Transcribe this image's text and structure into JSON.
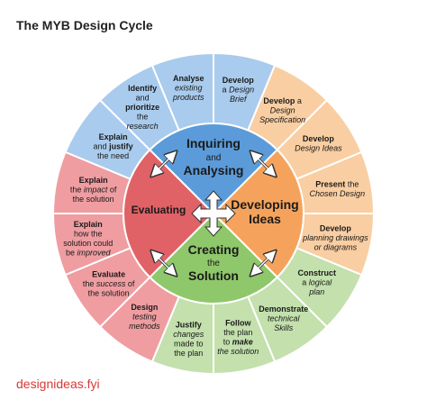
{
  "title": "The MYB Design Cycle",
  "footer": "designideas.fyi",
  "colors": {
    "inquiring_outer": "#a9cbed",
    "inquiring_inner": "#5b9bd9",
    "developing_outer": "#f9cea2",
    "developing_inner": "#f5a35c",
    "creating_outer": "#c3e0ad",
    "creating_inner": "#8fc76b",
    "evaluating_outer": "#ef9da1",
    "evaluating_inner": "#e06266"
  },
  "quadrants": {
    "inquiring": {
      "line1": "Inquiring",
      "line2": "and",
      "line3": "Analysing"
    },
    "developing": {
      "line1": "Developing",
      "line2": "Ideas"
    },
    "creating": {
      "line1": "Creating",
      "line2": "the",
      "line3": "Solution"
    },
    "evaluating": {
      "line1": "Evaluating"
    }
  },
  "segments": [
    {
      "id": "explain-justify-need",
      "phase": "inquiring",
      "lines": [
        {
          "parts": [
            {
              "t": "Explain",
              "b": true
            }
          ]
        },
        {
          "parts": [
            {
              "t": "and "
            },
            {
              "t": "justify",
              "b": true
            }
          ]
        },
        {
          "parts": [
            {
              "t": "the need"
            }
          ]
        }
      ]
    },
    {
      "id": "identify-prioritize",
      "phase": "inquiring",
      "lines": [
        {
          "parts": [
            {
              "t": "Identify",
              "b": true
            }
          ]
        },
        {
          "parts": [
            {
              "t": "and"
            }
          ]
        },
        {
          "parts": [
            {
              "t": "prioritize",
              "b": true
            }
          ]
        },
        {
          "parts": [
            {
              "t": "the"
            }
          ]
        },
        {
          "parts": [
            {
              "t": "research",
              "i": true
            }
          ]
        }
      ]
    },
    {
      "id": "analyse-products",
      "phase": "inquiring",
      "lines": [
        {
          "parts": [
            {
              "t": "Analyse",
              "b": true
            }
          ]
        },
        {
          "parts": [
            {
              "t": "existing",
              "i": true
            }
          ]
        },
        {
          "parts": [
            {
              "t": "products",
              "i": true
            }
          ]
        }
      ]
    },
    {
      "id": "develop-brief",
      "phase": "inquiring",
      "lines": [
        {
          "parts": [
            {
              "t": "Develop",
              "b": true
            }
          ]
        },
        {
          "parts": [
            {
              "t": "a "
            },
            {
              "t": "Design",
              "i": true
            }
          ]
        },
        {
          "parts": [
            {
              "t": "Brief",
              "i": true
            }
          ]
        }
      ]
    },
    {
      "id": "develop-specification",
      "phase": "developing",
      "lines": [
        {
          "parts": [
            {
              "t": "Develop",
              "b": true
            },
            {
              "t": " a"
            }
          ]
        },
        {
          "parts": [
            {
              "t": "Design",
              "i": true
            }
          ]
        },
        {
          "parts": [
            {
              "t": "Specification",
              "i": true
            }
          ]
        }
      ]
    },
    {
      "id": "develop-ideas",
      "phase": "developing",
      "lines": [
        {
          "parts": [
            {
              "t": "Develop",
              "b": true
            }
          ]
        },
        {
          "parts": [
            {
              "t": "Design Ideas",
              "i": true
            }
          ]
        }
      ]
    },
    {
      "id": "present-solution",
      "phase": "developing",
      "lines": [
        {
          "parts": [
            {
              "t": "Present",
              "b": true
            },
            {
              "t": " the"
            }
          ]
        },
        {
          "parts": [
            {
              "t": "Chosen Design",
              "i": true
            }
          ]
        }
      ]
    },
    {
      "id": "develop-drawings",
      "phase": "developing",
      "lines": [
        {
          "parts": [
            {
              "t": "Develop",
              "b": true
            }
          ]
        },
        {
          "parts": [
            {
              "t": "planning drawings",
              "i": true
            }
          ]
        },
        {
          "parts": [
            {
              "t": "or diagrams",
              "i": true
            }
          ]
        }
      ]
    },
    {
      "id": "construct-plan",
      "phase": "creating",
      "lines": [
        {
          "parts": [
            {
              "t": "Construct",
              "b": true
            }
          ]
        },
        {
          "parts": [
            {
              "t": "a "
            },
            {
              "t": "logical",
              "i": true
            }
          ]
        },
        {
          "parts": [
            {
              "t": "plan",
              "i": true
            }
          ]
        }
      ]
    },
    {
      "id": "demonstrate-skills",
      "phase": "creating",
      "lines": [
        {
          "parts": [
            {
              "t": "Demonstrate",
              "b": true
            }
          ]
        },
        {
          "parts": [
            {
              "t": "technical",
              "i": true
            }
          ]
        },
        {
          "parts": [
            {
              "t": "Skills",
              "i": true
            }
          ]
        }
      ]
    },
    {
      "id": "follow-plan",
      "phase": "creating",
      "lines": [
        {
          "parts": [
            {
              "t": "Follow",
              "b": true
            }
          ]
        },
        {
          "parts": [
            {
              "t": "the plan"
            }
          ]
        },
        {
          "parts": [
            {
              "t": "to "
            },
            {
              "t": "make",
              "b": true,
              "i": true
            }
          ]
        },
        {
          "parts": [
            {
              "t": "the solution",
              "i": true
            }
          ]
        }
      ]
    },
    {
      "id": "justify-changes",
      "phase": "creating",
      "lines": [
        {
          "parts": [
            {
              "t": "Justify",
              "b": true
            }
          ]
        },
        {
          "parts": [
            {
              "t": "changes",
              "i": true
            }
          ]
        },
        {
          "parts": [
            {
              "t": "made to"
            }
          ]
        },
        {
          "parts": [
            {
              "t": "the plan"
            }
          ]
        }
      ]
    },
    {
      "id": "design-testing",
      "phase": "evaluating",
      "lines": [
        {
          "parts": [
            {
              "t": "Design",
              "b": true
            }
          ]
        },
        {
          "parts": [
            {
              "t": "testing",
              "i": true
            }
          ]
        },
        {
          "parts": [
            {
              "t": "methods",
              "i": true
            }
          ]
        }
      ]
    },
    {
      "id": "evaluate-success",
      "phase": "evaluating",
      "lines": [
        {
          "parts": [
            {
              "t": "Evaluate",
              "b": true
            }
          ]
        },
        {
          "parts": [
            {
              "t": "the "
            },
            {
              "t": "success",
              "i": true
            },
            {
              "t": " of"
            }
          ]
        },
        {
          "parts": [
            {
              "t": "the solution"
            }
          ]
        }
      ]
    },
    {
      "id": "explain-improved",
      "phase": "evaluating",
      "lines": [
        {
          "parts": [
            {
              "t": "Explain",
              "b": true
            }
          ]
        },
        {
          "parts": [
            {
              "t": "how the"
            }
          ]
        },
        {
          "parts": [
            {
              "t": "solution could"
            }
          ]
        },
        {
          "parts": [
            {
              "t": "be "
            },
            {
              "t": "improved",
              "i": true
            }
          ]
        }
      ]
    },
    {
      "id": "explain-impact",
      "phase": "evaluating",
      "lines": [
        {
          "parts": [
            {
              "t": "Explain",
              "b": true
            }
          ]
        },
        {
          "parts": [
            {
              "t": "the "
            },
            {
              "t": "impact",
              "i": true
            },
            {
              "t": " of"
            }
          ]
        },
        {
          "parts": [
            {
              "t": "the solution"
            }
          ]
        }
      ]
    }
  ]
}
